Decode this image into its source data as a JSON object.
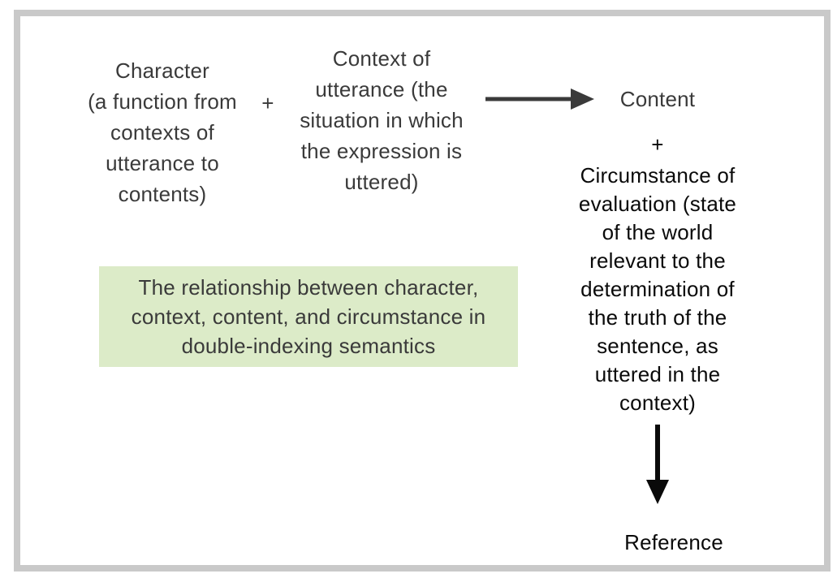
{
  "figure": {
    "formula": {
      "character": {
        "lines": [
          "Character",
          "(a function from",
          "contexts of",
          "utterance to",
          "contents)"
        ]
      },
      "plus_left": "+",
      "context": {
        "lines": [
          "Context of",
          "utterance (the",
          "situation in which",
          "the expression is",
          "uttered)"
        ]
      },
      "content_label": "Content",
      "plus_right": "+",
      "circumstance": {
        "lines": [
          "Circumstance of",
          "evaluation (state",
          "of the world",
          "relevant to the",
          "determination of",
          "the truth of the",
          "sentence, as",
          "uttered in the",
          "context)"
        ]
      },
      "reference_label": "Reference"
    },
    "caption": {
      "lines": [
        "The relationship between character,",
        "context, content, and circumstance in",
        "double-indexing semantics"
      ]
    },
    "icons": {
      "right_arrow": "right-arrow-icon",
      "down_arrow": "down-arrow-icon"
    },
    "colors": {
      "frame_border": "#c9c9c9",
      "text_primary": "#3a3a3a",
      "text_emphasis": "#0a0a0a",
      "caption_bg": "#dcebc8",
      "arrow_gray": "#3a3a3a",
      "arrow_black": "#0a0a0a"
    }
  }
}
